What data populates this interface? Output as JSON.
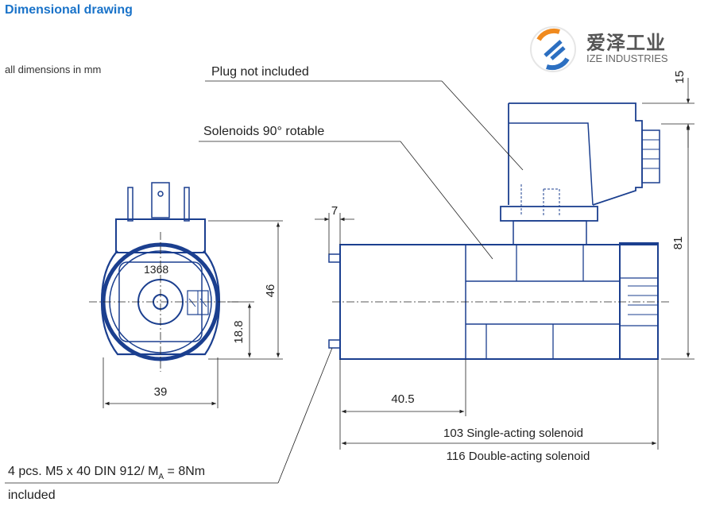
{
  "header": {
    "title": "Dimensional drawing",
    "units_note": "all dimensions in mm"
  },
  "logo": {
    "cn_text": "爱泽工业",
    "en_text": "IZE INDUSTRIES"
  },
  "callouts": {
    "plug": "Plug not included",
    "solenoids": "Solenoids 90° rotable",
    "screws_pre": "4 pcs. M5 x 40 DIN 912/  M",
    "screws_sub": "A",
    "screws_post": " = 8Nm",
    "screws_line2": "included"
  },
  "front_view": {
    "code": "1368"
  },
  "dimensions": {
    "d15": "15",
    "d81": "81",
    "d7": "7",
    "d46": "46",
    "d18_8": "18.8",
    "d39": "39",
    "d40_5": "40.5",
    "d103": "103 Single-acting solenoid",
    "d116": "116 Double-acting solenoid"
  },
  "colors": {
    "accent_blue": "#1a73c9",
    "drawing_blue": "#1b3f8f",
    "logo_orange": "#f08a1e",
    "logo_blue": "#2c6fc1"
  }
}
